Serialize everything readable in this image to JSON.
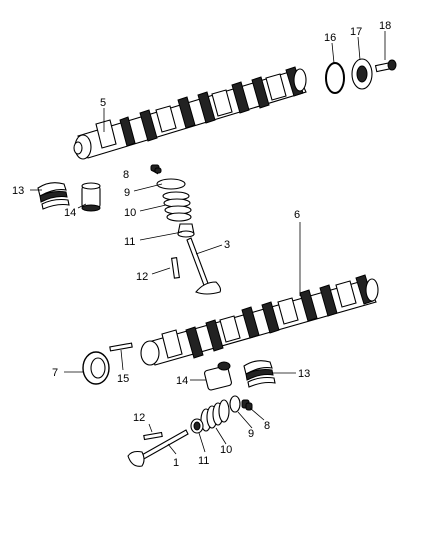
{
  "callouts": {
    "c1": "1",
    "c3": "3",
    "c5": "5",
    "c6": "6",
    "c7": "7",
    "c8a": "8",
    "c8b": "8",
    "c9a": "9",
    "c9b": "9",
    "c10a": "10",
    "c10b": "10",
    "c11a": "11",
    "c11b": "11",
    "c12a": "12",
    "c12b": "12",
    "c13a": "13",
    "c13b": "13",
    "c14a": "14",
    "c14b": "14",
    "c15": "15",
    "c16": "16",
    "c17": "17",
    "c18": "18"
  }
}
